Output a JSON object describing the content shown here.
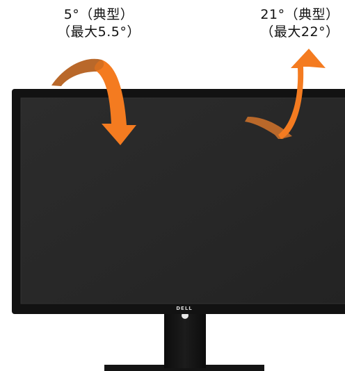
{
  "tilt_forward": {
    "line1": "5°（典型）",
    "line2": "（最大5.5°）"
  },
  "tilt_backward": {
    "line1": "21°（典型）",
    "line2": "（最大22°）"
  },
  "brand_logo": "DELL",
  "colors": {
    "arrow": "#f47b20",
    "arrow_shade": "#c76a23",
    "bezel": "#121212",
    "screen": "#2a2a2a"
  }
}
